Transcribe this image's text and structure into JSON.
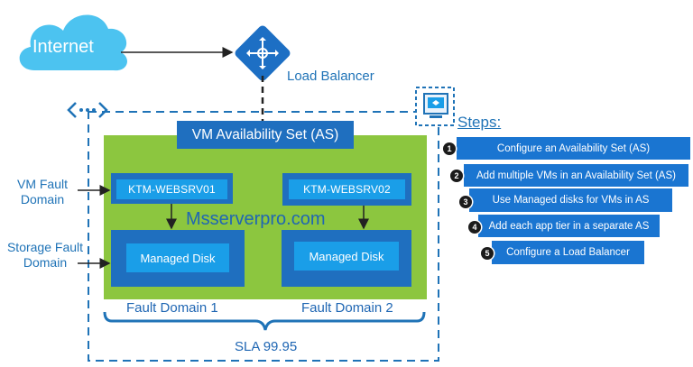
{
  "internet": {
    "label": "Internet"
  },
  "load_balancer": {
    "label": "Load Balancer"
  },
  "availability_set": {
    "title": "VM Availability Set (AS)"
  },
  "vms": [
    {
      "name": "KTM-WEBSRV01",
      "disk": "Managed Disk"
    },
    {
      "name": "KTM-WEBSRV02",
      "disk": "Managed Disk"
    }
  ],
  "watermark": "Msserverpro.com",
  "left_labels": {
    "vm_fault_domain": "VM Fault Domain",
    "storage_fault_domain": "Storage Fault Domain"
  },
  "fault_domains": [
    "Fault Domain 1",
    "Fault Domain 2"
  ],
  "sla": "SLA 99.95",
  "steps": {
    "title": "Steps:",
    "items": [
      {
        "num": "1",
        "text": "Configure an Availability Set (AS)"
      },
      {
        "num": "2",
        "text": "Add multiple VMs in an Availability Set (AS)"
      },
      {
        "num": "3",
        "text": "Use Managed disks for VMs in AS"
      },
      {
        "num": "4",
        "text": "Add each app tier in a separate  AS"
      },
      {
        "num": "5",
        "text": "Configure a Load Balancer"
      }
    ]
  },
  "colors": {
    "accent_blue": "#1f73b7",
    "green_panel": "#8cc63f",
    "vm_box": "#1f6fbf",
    "disk_inner": "#1a9ee8",
    "step_box": "#1a75d1",
    "cloud": "#4cc3f0"
  }
}
